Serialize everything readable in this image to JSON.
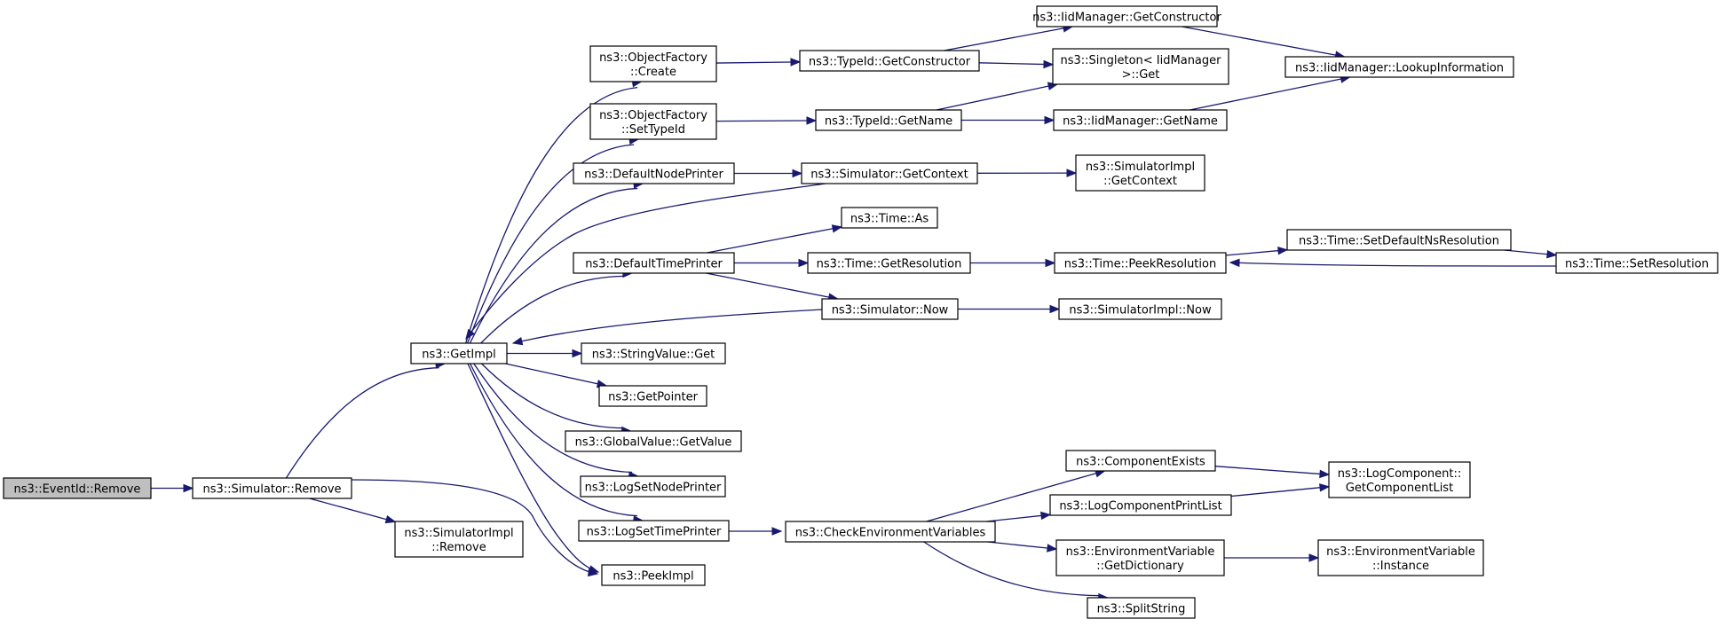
{
  "colors": {
    "edge": "#191970",
    "root_fill": "#bfbfbf",
    "node_fill": "#ffffff"
  },
  "nodes": {
    "eventid_remove": {
      "lines": [
        "ns3::EventId::Remove"
      ]
    },
    "simulator_remove": {
      "lines": [
        "ns3::Simulator::Remove"
      ]
    },
    "getimpl": {
      "lines": [
        "ns3::GetImpl"
      ]
    },
    "simulatorimpl_remove": {
      "lines": [
        "ns3::SimulatorImpl",
        "::Remove"
      ]
    },
    "peekimpl": {
      "lines": [
        "ns3::PeekImpl"
      ]
    },
    "objectfactory_create": {
      "lines": [
        "ns3::ObjectFactory",
        "::Create"
      ]
    },
    "objectfactory_settypeid": {
      "lines": [
        "ns3::ObjectFactory",
        "::SetTypeId"
      ]
    },
    "defaultnodeprinter": {
      "lines": [
        "ns3::DefaultNodePrinter"
      ]
    },
    "defaulttimeprinter": {
      "lines": [
        "ns3::DefaultTimePrinter"
      ]
    },
    "stringvalue_get": {
      "lines": [
        "ns3::StringValue::Get"
      ]
    },
    "getpointer": {
      "lines": [
        "ns3::GetPointer"
      ]
    },
    "globalvalue_getvalue": {
      "lines": [
        "ns3::GlobalValue::GetValue"
      ]
    },
    "logsetnodeprinter": {
      "lines": [
        "ns3::LogSetNodePrinter"
      ]
    },
    "logsettimeprinter": {
      "lines": [
        "ns3::LogSetTimePrinter"
      ]
    },
    "typeid_getconstructor": {
      "lines": [
        "ns3::TypeId::GetConstructor"
      ]
    },
    "typeid_getname": {
      "lines": [
        "ns3::TypeId::GetName"
      ]
    },
    "simulator_getcontext": {
      "lines": [
        "ns3::Simulator::GetContext"
      ]
    },
    "time_as": {
      "lines": [
        "ns3::Time::As"
      ]
    },
    "time_getresolution": {
      "lines": [
        "ns3::Time::GetResolution"
      ]
    },
    "simulator_now": {
      "lines": [
        "ns3::Simulator::Now"
      ]
    },
    "checkenvironmentvariables": {
      "lines": [
        "ns3::CheckEnvironmentVariables"
      ]
    },
    "iidmanager_getconstructor": {
      "lines": [
        "ns3::IidManager::GetConstructor"
      ]
    },
    "singleton_get": {
      "lines": [
        "ns3::Singleton< IidManager",
        " >::Get"
      ]
    },
    "iidmanager_getname": {
      "lines": [
        "ns3::IidManager::GetName"
      ]
    },
    "simulatorimpl_getcontext": {
      "lines": [
        "ns3::SimulatorImpl",
        "::GetContext"
      ]
    },
    "time_peekresolution": {
      "lines": [
        "ns3::Time::PeekResolution"
      ]
    },
    "simulatorimpl_now": {
      "lines": [
        "ns3::SimulatorImpl::Now"
      ]
    },
    "componentexists": {
      "lines": [
        "ns3::ComponentExists"
      ]
    },
    "logcomponentprintlist": {
      "lines": [
        "ns3::LogComponentPrintList"
      ]
    },
    "envvar_getdictionary": {
      "lines": [
        "ns3::EnvironmentVariable",
        "::GetDictionary"
      ]
    },
    "splitstring": {
      "lines": [
        "ns3::SplitString"
      ]
    },
    "iidmanager_lookupinformation": {
      "lines": [
        "ns3::IidManager::LookupInformation"
      ]
    },
    "time_setdefaultnsresolution": {
      "lines": [
        "ns3::Time::SetDefaultNsResolution"
      ]
    },
    "time_setresolution": {
      "lines": [
        "ns3::Time::SetResolution"
      ]
    },
    "logcomponent_getcomponentlist": {
      "lines": [
        "ns3::LogComponent::",
        "GetComponentList"
      ]
    },
    "envvar_instance": {
      "lines": [
        "ns3::EnvironmentVariable",
        "::Instance"
      ]
    }
  },
  "edges": [
    [
      "eventid_remove",
      "simulator_remove"
    ],
    [
      "simulator_remove",
      "getimpl"
    ],
    [
      "simulator_remove",
      "simulatorimpl_remove"
    ],
    [
      "simulator_remove",
      "peekimpl"
    ],
    [
      "getimpl",
      "objectfactory_create"
    ],
    [
      "getimpl",
      "objectfactory_settypeid"
    ],
    [
      "getimpl",
      "defaultnodeprinter"
    ],
    [
      "getimpl",
      "defaulttimeprinter"
    ],
    [
      "getimpl",
      "stringvalue_get"
    ],
    [
      "getimpl",
      "getpointer"
    ],
    [
      "getimpl",
      "globalvalue_getvalue"
    ],
    [
      "getimpl",
      "logsetnodeprinter"
    ],
    [
      "getimpl",
      "logsettimeprinter"
    ],
    [
      "getimpl",
      "peekimpl"
    ],
    [
      "objectfactory_create",
      "typeid_getconstructor"
    ],
    [
      "objectfactory_settypeid",
      "typeid_getname"
    ],
    [
      "defaultnodeprinter",
      "simulator_getcontext"
    ],
    [
      "simulator_getcontext",
      "getimpl"
    ],
    [
      "simulator_getcontext",
      "simulatorimpl_getcontext"
    ],
    [
      "defaulttimeprinter",
      "time_as"
    ],
    [
      "defaulttimeprinter",
      "time_getresolution"
    ],
    [
      "defaulttimeprinter",
      "simulator_now"
    ],
    [
      "simulator_now",
      "getimpl"
    ],
    [
      "simulator_now",
      "simulatorimpl_now"
    ],
    [
      "typeid_getconstructor",
      "iidmanager_getconstructor"
    ],
    [
      "typeid_getconstructor",
      "singleton_get"
    ],
    [
      "typeid_getname",
      "singleton_get"
    ],
    [
      "typeid_getname",
      "iidmanager_getname"
    ],
    [
      "iidmanager_getconstructor",
      "iidmanager_lookupinformation"
    ],
    [
      "iidmanager_getname",
      "iidmanager_lookupinformation"
    ],
    [
      "time_getresolution",
      "time_peekresolution"
    ],
    [
      "time_peekresolution",
      "time_setdefaultnsresolution"
    ],
    [
      "time_setdefaultnsresolution",
      "time_setresolution"
    ],
    [
      "time_setresolution",
      "time_peekresolution"
    ],
    [
      "logsettimeprinter",
      "checkenvironmentvariables"
    ],
    [
      "checkenvironmentvariables",
      "componentexists"
    ],
    [
      "checkenvironmentvariables",
      "logcomponentprintlist"
    ],
    [
      "checkenvironmentvariables",
      "envvar_getdictionary"
    ],
    [
      "checkenvironmentvariables",
      "splitstring"
    ],
    [
      "componentexists",
      "logcomponent_getcomponentlist"
    ],
    [
      "logcomponentprintlist",
      "logcomponent_getcomponentlist"
    ],
    [
      "envvar_getdictionary",
      "envvar_instance"
    ]
  ]
}
